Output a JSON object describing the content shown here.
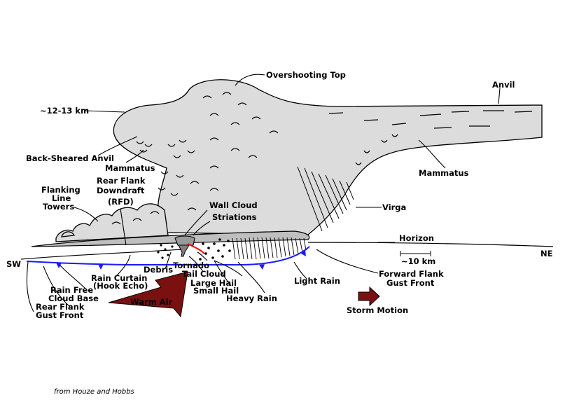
{
  "labels": {
    "overshooting_top": "Overshooting Top",
    "anvil": "Anvil",
    "altitude": "~12-13 km",
    "back_sheared_anvil": "Back-Sheared Anvil",
    "mammatus_left": "Mammatus",
    "mammatus_right": "Mammatus",
    "rfd_line1": "Rear Flank",
    "rfd_line2": "Downdraft",
    "rfd_line3": "(RFD)",
    "flanking_line1": "Flanking",
    "flanking_line2": "Line",
    "flanking_line3": "Towers",
    "wall_cloud": "Wall Cloud",
    "striations": "Striations",
    "virga": "Virga",
    "horizon": "Horizon",
    "ne": "NE",
    "sw": "SW",
    "scale": "~10 km",
    "tornado": "Tornado",
    "tail_cloud": "Tail Cloud",
    "debris": "Debris",
    "large_hail": "Large Hail",
    "small_hail": "Small Hail",
    "heavy_rain": "Heavy Rain",
    "light_rain": "Light Rain",
    "forward_flank_line1": "Forward Flank",
    "forward_flank_line2": "Gust Front",
    "rain_curtain_line1": "Rain Curtain",
    "rain_curtain_line2": "(Hook Echo)",
    "rain_free_line1": "Rain Free",
    "rain_free_line2": "Cloud Base",
    "rear_flank_gust_line1": "Rear Flank",
    "rear_flank_gust_line2": "Gust Front",
    "warm_air": "Warm Air",
    "storm_motion": "Storm Motion",
    "credit": "from Houze and Hobbs"
  },
  "colors": {
    "cloud_fill": "#dcdcdc",
    "gust_front": "#1a1aff",
    "warm_arrow": "#7a1010",
    "tail_cloud": "#ff0000",
    "tornado": "#808080"
  }
}
